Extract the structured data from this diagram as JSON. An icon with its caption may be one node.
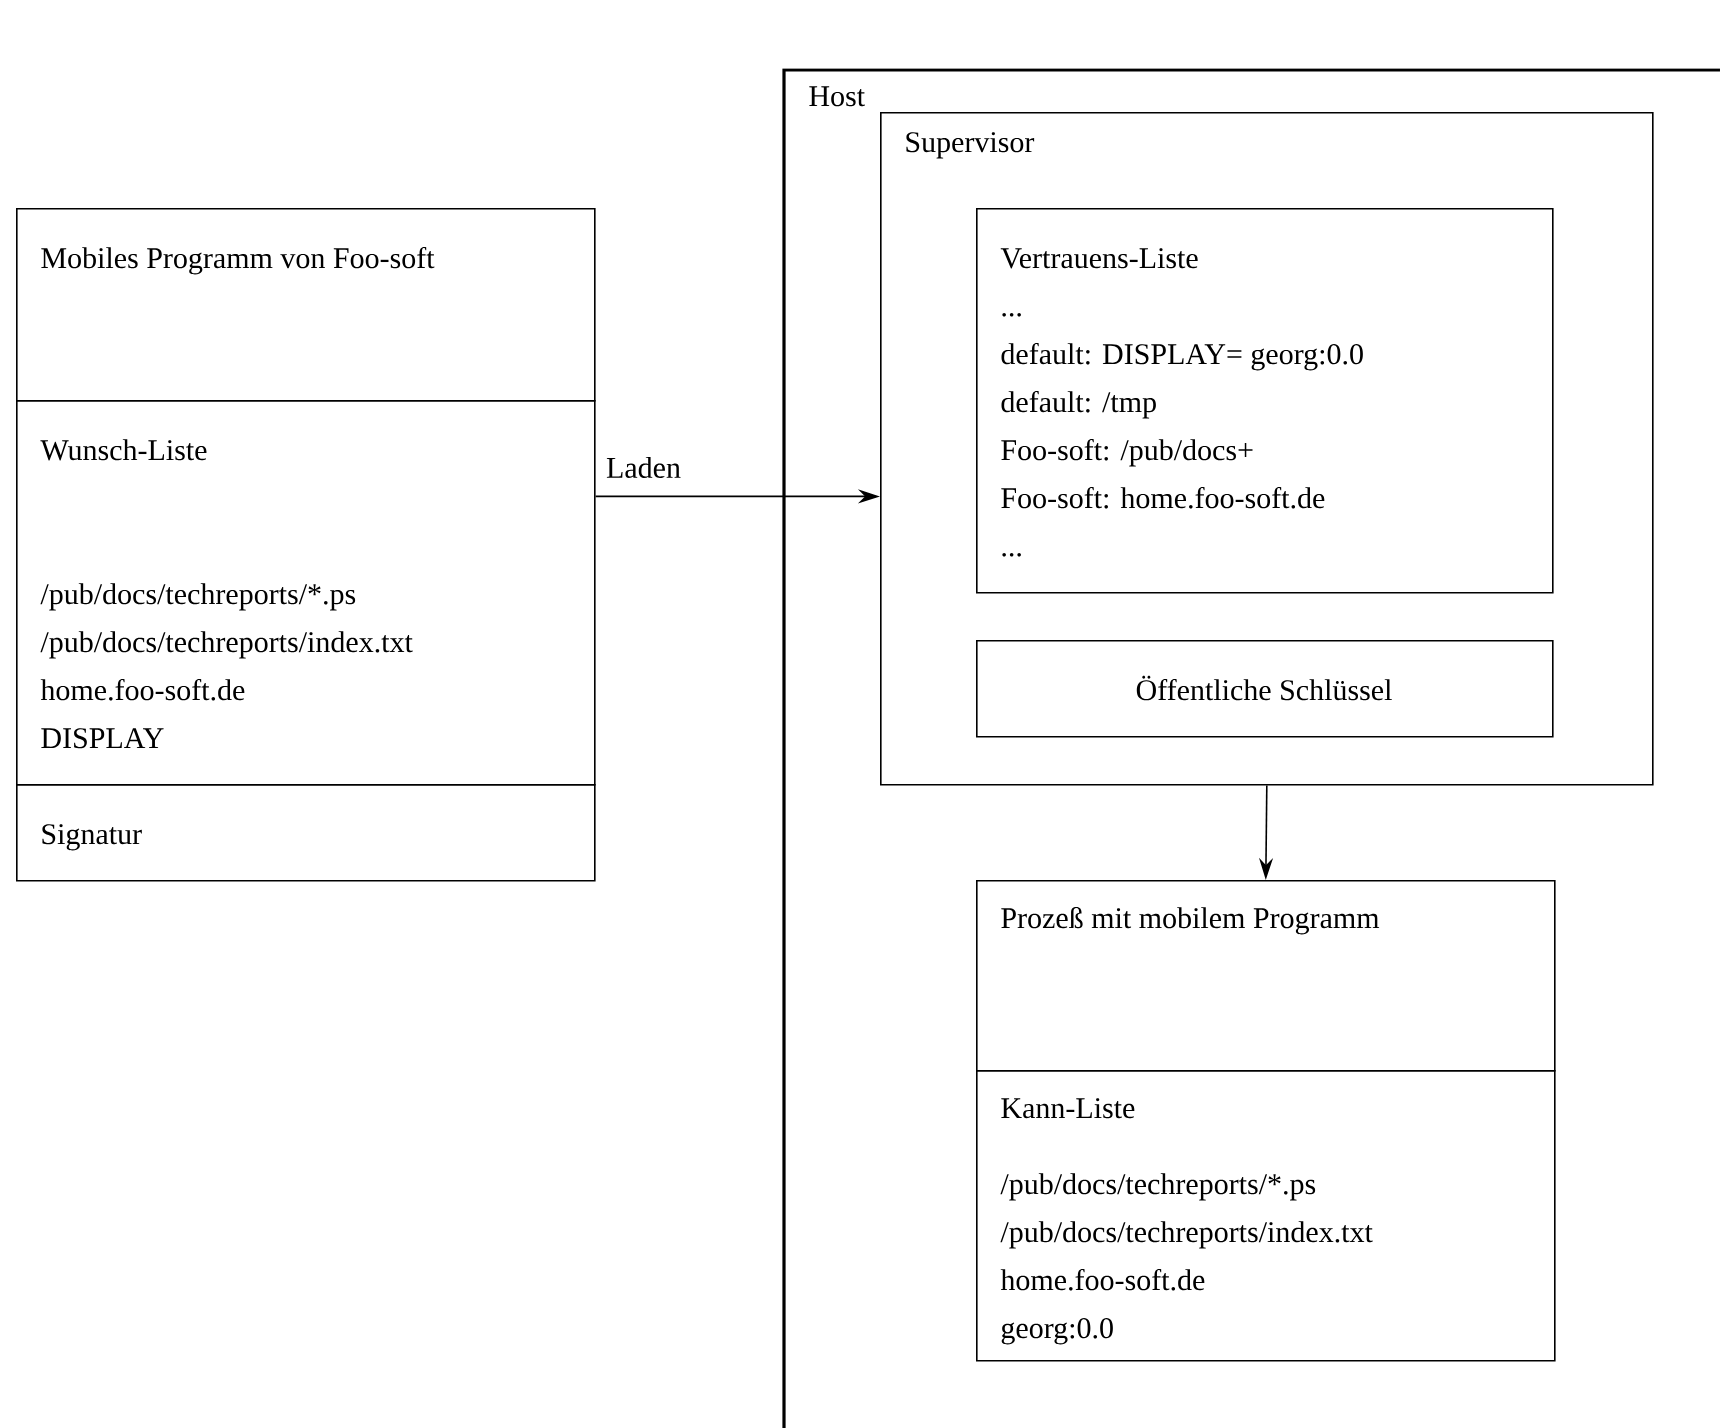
{
  "diagram": {
    "nodes": [
      {
        "text": [
          "Mobiles Programm von Foo-soft"
        ]
      },
      {
        "text": [
          "Wunsch-Liste",
          "/pub/docs/techreports/*.ps",
          "/pub/docs/techreports/index.txt",
          "home.foo-soft.de",
          "DISPLAY"
        ]
      },
      {
        "text": [
          "Signatur"
        ]
      },
      {
        "text": [
          "Host"
        ]
      },
      {
        "text": [
          "Supervisor"
        ],
        "in": 3
      },
      {
        "text": [
          "Vertrauens-Liste",
          "...",
          "default: DISPLAY= georg:0.0",
          "default: /tmp",
          "Foo-soft: /pub/docs+",
          "Foo-soft: home.foo-soft.de",
          "..."
        ],
        "in": 4
      },
      {
        "text": [
          "Öffentliche Schlüssel"
        ],
        "in": 4
      },
      {
        "text": [
          "Prozeß mit mobilem Programm"
        ],
        "in": 3
      },
      {
        "text": [
          "Kann-Liste",
          "/pub/docs/techreports/*.ps",
          "/pub/docs/techreports/index.txt",
          "home.foo-soft.de",
          "georg:0.0"
        ],
        "in": 3
      }
    ],
    "edges": [
      {
        "from": 1,
        "to": 4,
        "arrow": "to",
        "label": "Laden"
      },
      {
        "from": 4,
        "to": 7,
        "arrow": "to"
      }
    ]
  }
}
